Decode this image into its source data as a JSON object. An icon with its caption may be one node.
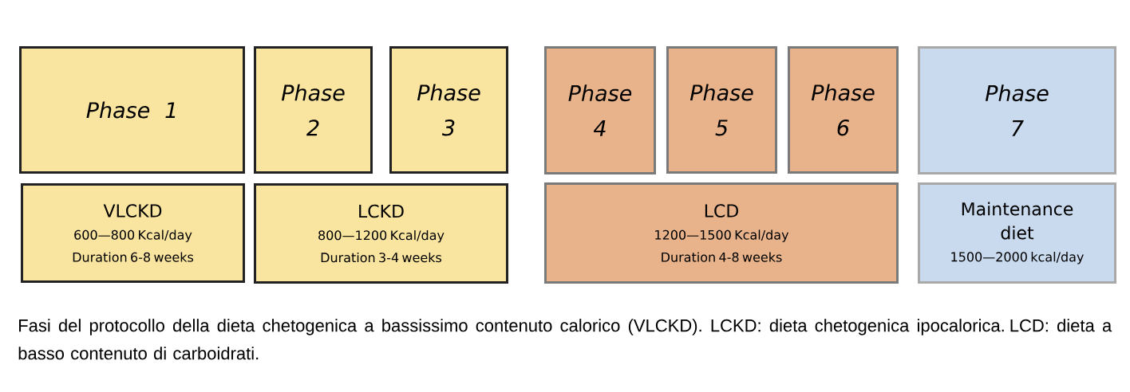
{
  "diagram": {
    "caption": "Fasi del protocollo della dieta chetogenica a bassissimo contenuto calorico (VLCKD). LCKD: dieta chetogenica ipocalorica. LCD: dieta a basso contenuto di carboidrati.",
    "nodes": [
      {
        "text": [
          "Phase 1"
        ]
      },
      {
        "text": [
          "Phase 2"
        ]
      },
      {
        "text": [
          "Phase 3"
        ]
      },
      {
        "text": [
          "Phase 4"
        ]
      },
      {
        "text": [
          "Phase 5"
        ]
      },
      {
        "text": [
          "Phase 6"
        ]
      },
      {
        "text": [
          "Phase 7"
        ]
      },
      {
        "text": [
          "VLCKD",
          "600—800 Kcal/day",
          "Duration 6-8 weeks"
        ]
      },
      {
        "text": [
          "LCKD",
          "800—1200 Kcal/day",
          "Duration 3-4 weeks"
        ]
      },
      {
        "text": [
          "LCD",
          "1200—1500 Kcal/day",
          "Duration 4-8 weeks"
        ]
      },
      {
        "text": [
          "Maintenance diet",
          "1500—2000 kcal/day"
        ]
      }
    ]
  }
}
